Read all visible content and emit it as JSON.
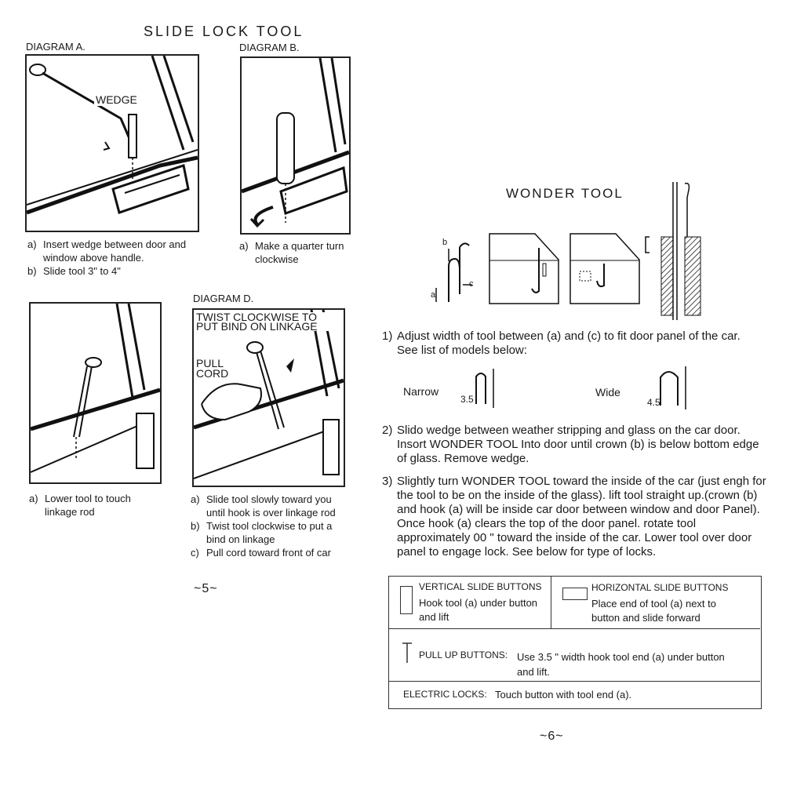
{
  "left_page": {
    "title": "SLIDE LOCK TOOL",
    "diagram_a": {
      "label": "DIAGRAM A.",
      "callout": "WEDGE",
      "steps": [
        {
          "key": "a)",
          "text": "Insert wedge between door and window above handle."
        },
        {
          "key": "b)",
          "text": "Slide tool 3\" to 4\""
        }
      ]
    },
    "diagram_b": {
      "label": "DIAGRAM B.",
      "steps": [
        {
          "key": "a)",
          "text": "Make a quarter turn clockwise"
        }
      ]
    },
    "diagram_c": {
      "steps": [
        {
          "key": "a)",
          "text": "Lower tool to touch linkage rod"
        }
      ]
    },
    "diagram_d": {
      "label": "DIAGRAM D.",
      "callout_twist": "TWIST CLOCKWISE TO PUT BIND ON LINKAGE",
      "callout_pull": "PULL CORD",
      "steps": [
        {
          "key": "a)",
          "text": "Slide tool slowly toward you until hook is over linkage rod"
        },
        {
          "key": "b)",
          "text": "Twist tool clockwise to put a bind on linkage"
        },
        {
          "key": "c)",
          "text": "Pull cord toward front of car"
        }
      ]
    },
    "page_number": "~5~"
  },
  "right_page": {
    "title": "WONDER TOOL",
    "tool_labels": {
      "b": "b",
      "c": "c",
      "a": "a"
    },
    "steps": [
      {
        "n": "1)",
        "text": "Adjust width of tool between (a) and (c) to fit door panel of the car. See list of models below:"
      },
      {
        "n": "2)",
        "text": "Slido wedge between weather stripping and glass on the car door. Insort WONDER TOOL Into door until crown (b) is below bottom edge of glass. Remove wedge."
      },
      {
        "n": "3)",
        "text": "Slightly turn WONDER TOOL toward the inside of the car (just engh for the tool to be on the inside of the glass). lift tool straight up.(crown (b) and hook (a) will be inside car door between window and door Panel). Once hook (a) clears the top of the door panel. rotate tool approximately 00 \" toward the inside of the car. Lower tool over door panel to engage lock. See below for type of locks."
      }
    ],
    "widths": {
      "narrow_label": "Narrow",
      "narrow_value": "3.5",
      "wide_label": "Wide",
      "wide_value": "4.5"
    },
    "locks": {
      "vertical_title": "VERTICAL SLIDE BUTTONS",
      "vertical_text": "Hook tool (a) under button and lift",
      "horizontal_title": "HORIZONTAL SLIDE BUTTONS",
      "horizontal_text": "Place end of tool (a) next to button and slide forward",
      "pullup_title": "PULL UP BUTTONS:",
      "pullup_text": "Use 3.5 \" width hook tool end (a) under button and lift.",
      "electric_title": "ELECTRIC LOCKS:",
      "electric_text": "Touch button with tool end (a)."
    },
    "page_number": "~6~"
  }
}
